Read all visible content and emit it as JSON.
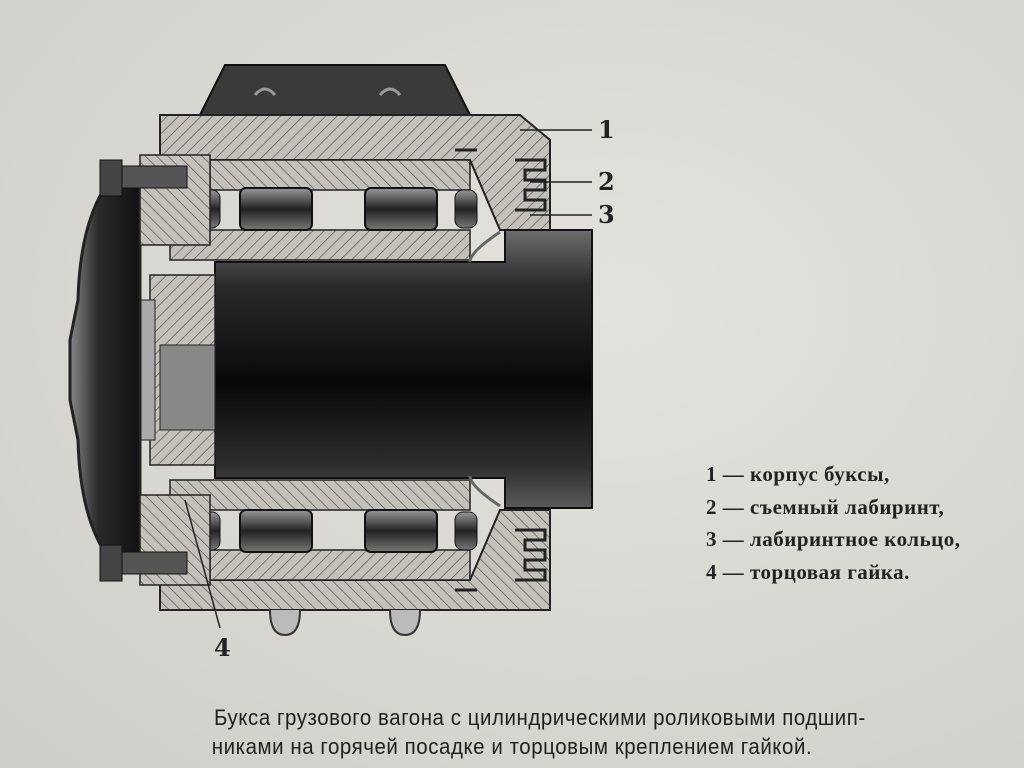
{
  "labels": {
    "callouts": [
      "1",
      "2",
      "3",
      "4"
    ]
  },
  "legend": [
    "1 — корпус буксы,",
    "2 — съемный лабиринт,",
    "3 — лабиринтное кольцо,",
    "4 — торцовая гайка."
  ],
  "caption": {
    "line1": "Букса грузового вагона с цилиндрическими роликовыми подшип-",
    "line2": "никами на горячей посадке и торцовым креплением  гайкой."
  },
  "colors": {
    "paper": "#d9d7d1",
    "ink": "#222222",
    "metal_dark": "#1a1a1a",
    "hatch_fill": "#bdbab3"
  }
}
